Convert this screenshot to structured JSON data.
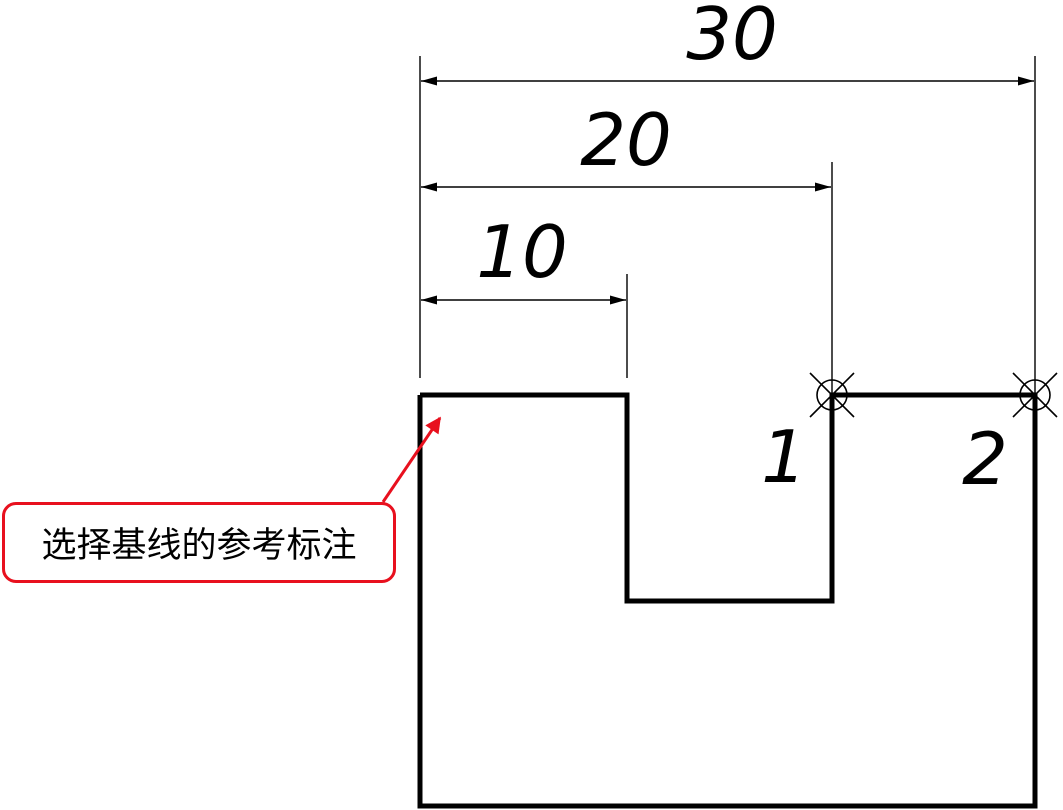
{
  "dimensions": [
    {
      "label": "30"
    },
    {
      "label": "20"
    },
    {
      "label": "10"
    }
  ],
  "points": [
    {
      "label": "1"
    },
    {
      "label": "2"
    }
  ],
  "callout": {
    "text": "选择基线的参考标注",
    "color": "#e8101e"
  },
  "icons": [
    "dimension-arrow",
    "snap-point-marker"
  ]
}
